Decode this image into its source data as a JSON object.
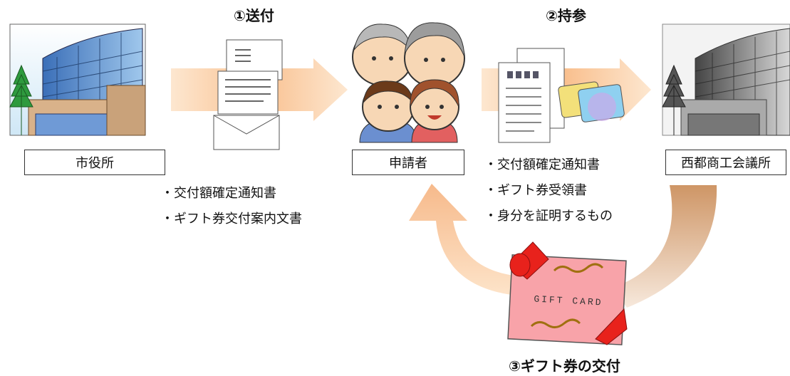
{
  "steps": {
    "send": "①送付",
    "bring": "②持参",
    "issue": "③ギフト券の交付"
  },
  "boxes": {
    "city_hall": "市役所",
    "applicant": "申請者",
    "chamber": "西都商工会議所"
  },
  "sent_documents": [
    "・交付額確定通知書",
    "・ギフト券交付案内文書"
  ],
  "brought_items": [
    "・交付額確定通知書",
    "・ギフト券受領書",
    "・身分を証明するもの"
  ],
  "gift_card_text": "GIFT CARD",
  "colors": {
    "arrow": "#f7c79a",
    "card": "#f8a3a9",
    "ribbon": "#e8221c",
    "gold": "#a07010"
  }
}
